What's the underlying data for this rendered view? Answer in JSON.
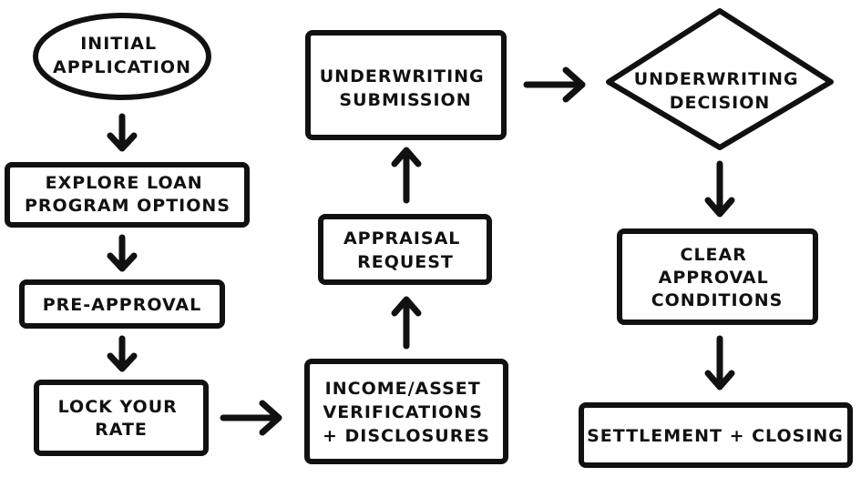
{
  "colors": {
    "ink": "#111111",
    "background": "#ffffff"
  },
  "nodes": {
    "initial_application": [
      "INITIAL",
      "APPLICATION"
    ],
    "explore_loan_options": [
      "EXPLORE LOAN",
      "PROGRAM OPTIONS"
    ],
    "pre_approval": [
      "PRE-APPROVAL"
    ],
    "lock_your_rate": [
      "LOCK YOUR",
      "RATE"
    ],
    "income_asset_verifications": [
      "INCOME/ASSET",
      "VERIFICATIONS",
      "+ DISCLOSURES"
    ],
    "appraisal_request": [
      "APPRAISAL",
      "REQUEST"
    ],
    "underwriting_submission": [
      "UNDERWRITING",
      "SUBMISSION"
    ],
    "underwriting_decision": [
      "UNDERWRITING",
      "DECISION"
    ],
    "clear_approval_conditions": [
      "CLEAR",
      "APPROVAL",
      "CONDITIONS"
    ],
    "settlement_closing": [
      "SETTLEMENT + CLOSING"
    ]
  }
}
